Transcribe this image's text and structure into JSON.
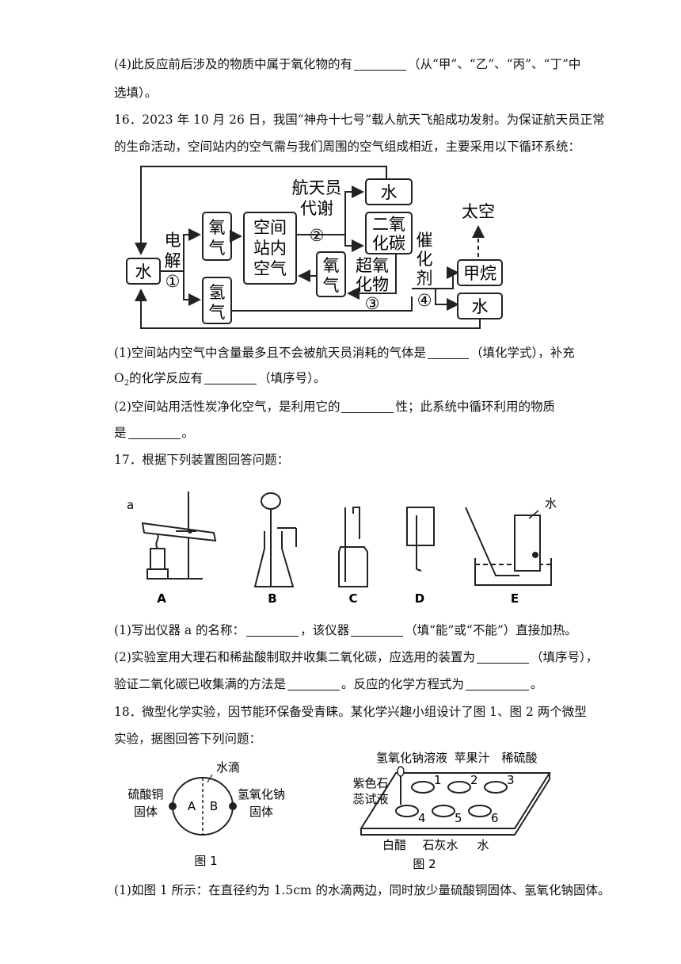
{
  "q15_4": {
    "prefix": "(4)此反应前后涉及的物质中属于氧化物的有",
    "suffix": "（从“甲”、“乙”、“丙”、“丁”中",
    "line2": "选填）。"
  },
  "q16": {
    "line1": "16．2023 年 10 月 26 日，我国“神舟十七号”载人航天飞船成功发射。为保证航天员正常",
    "line2": "的生命活动，空间站内的空气需与我们周围的空气组成相近，主要采用以下循环系统：",
    "diagram": {
      "water": "水",
      "electrolysis": [
        "电",
        "解",
        "①"
      ],
      "oxygen_top": [
        "氧",
        "气"
      ],
      "hydrogen": [
        "氢",
        "气"
      ],
      "station_air": [
        "空间",
        "站内",
        "空气"
      ],
      "metabolism": [
        "航天员",
        "代谢"
      ],
      "circle2": "②",
      "water_out": "水",
      "co2": [
        "二氧",
        "化碳"
      ],
      "oxygen_mid": [
        "氧",
        "气"
      ],
      "superoxide": [
        "超氧",
        "化物",
        "③"
      ],
      "catalyst": [
        "催",
        "化",
        "剂",
        "④"
      ],
      "space": "太空",
      "methane": "甲烷",
      "water_right": "水"
    },
    "q1_a": "(1)空间站内空气中含量最多且不会被航天员消耗的气体是",
    "q1_b": "（填化学式），补充",
    "q1_c_o": "O",
    "q1_c_sub": "2",
    "q1_c": "的化学反应有",
    "q1_d": "（填序号）。",
    "q2_a": "(2)空间站用活性炭净化空气，是利用它的",
    "q2_b": "性；此系统中循环利用的物质",
    "q2_c": "是",
    "q2_d": "。"
  },
  "q17": {
    "title": "17．根据下列装置图回答问题：",
    "labels": [
      "A",
      "B",
      "C",
      "D",
      "E"
    ],
    "label_a": "a",
    "label_water": "水",
    "q1_a": "(1)写出仪器 a 的名称：",
    "q1_b": "，该仪器",
    "q1_c": "（填“能”或“不能”）直接加热。",
    "q2_a": "(2)实验室用大理石和稀盐酸制取并收集二氧化碳，应选用的装置为",
    "q2_b": "（填序号），",
    "q2_c": "验证二氧化碳已收集满的方法是",
    "q2_d": "。反应的化学方程式为",
    "q2_e": "。"
  },
  "q18": {
    "line1": "18．微型化学实验，因节能环保备受青睐。某化学兴趣小组设计了图 1、图 2 两个微型",
    "line2": "实验，据图回答下列问题：",
    "fig1": {
      "water_drop": "水滴",
      "left": [
        "硫酸铜",
        "固体"
      ],
      "right": [
        "氢氧化钠",
        "固体"
      ],
      "a": "A",
      "b": "B",
      "caption": "图 1"
    },
    "fig2": {
      "top": [
        "氢氧化钠溶液",
        "苹果汁",
        "稀硫酸"
      ],
      "litmus": [
        "紫色石",
        "蕊试液"
      ],
      "bottom": [
        "白醋",
        "石灰水",
        "水"
      ],
      "wells": [
        "1",
        "2",
        "3",
        "4",
        "5",
        "6"
      ],
      "caption": "图 2"
    },
    "q1": "(1)如图 1 所示：在直径约为 1.5cm 的水滴两边，同时放少量硫酸铜固体、氢氧化钠固体。"
  }
}
